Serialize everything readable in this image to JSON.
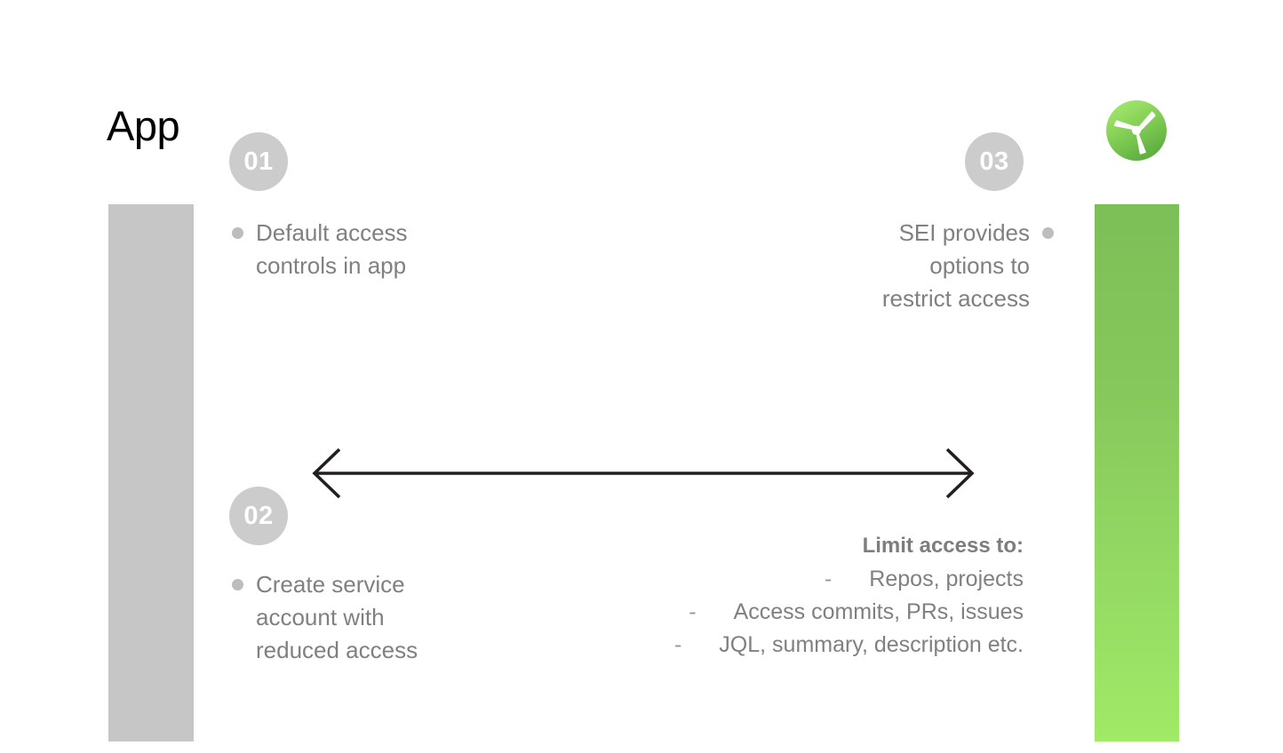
{
  "slide": {
    "title": "App",
    "background_color": "#ffffff"
  },
  "colors": {
    "badge_bg": "#cccccc",
    "badge_text": "#ffffff",
    "body_text": "#808080",
    "bullet_dot": "#bdbdbd",
    "left_bar": "#c6c6c6",
    "right_bar_top": "#7dbf57",
    "right_bar_bottom": "#9fe866",
    "logo_green_light": "#a3e86a",
    "logo_green_dark": "#62b245",
    "arrow": "#231f20"
  },
  "logo": {
    "name": "harness-propeller-logo",
    "shape": "three-blade-propeller-in-circle"
  },
  "bars": {
    "left": {
      "name": "left-gray-bar"
    },
    "right": {
      "name": "right-green-bar"
    }
  },
  "steps": [
    {
      "number": "01",
      "badge_name": "step-badge-01",
      "text": "Default access\ncontrols in app",
      "align": "left"
    },
    {
      "number": "02",
      "badge_name": "step-badge-02",
      "text": "Create service\naccount with\nreduced access",
      "align": "left"
    },
    {
      "number": "03",
      "badge_name": "step-badge-03",
      "text": "SEI provides\noptions to\nrestrict access",
      "align": "right"
    }
  ],
  "arrow": {
    "name": "bidirectional-arrow",
    "direction": "both"
  },
  "limit_access": {
    "title": "Limit access to:",
    "dash": "-",
    "items": [
      "Repos, projects",
      "Access commits, PRs, issues",
      "JQL, summary, description etc."
    ]
  }
}
